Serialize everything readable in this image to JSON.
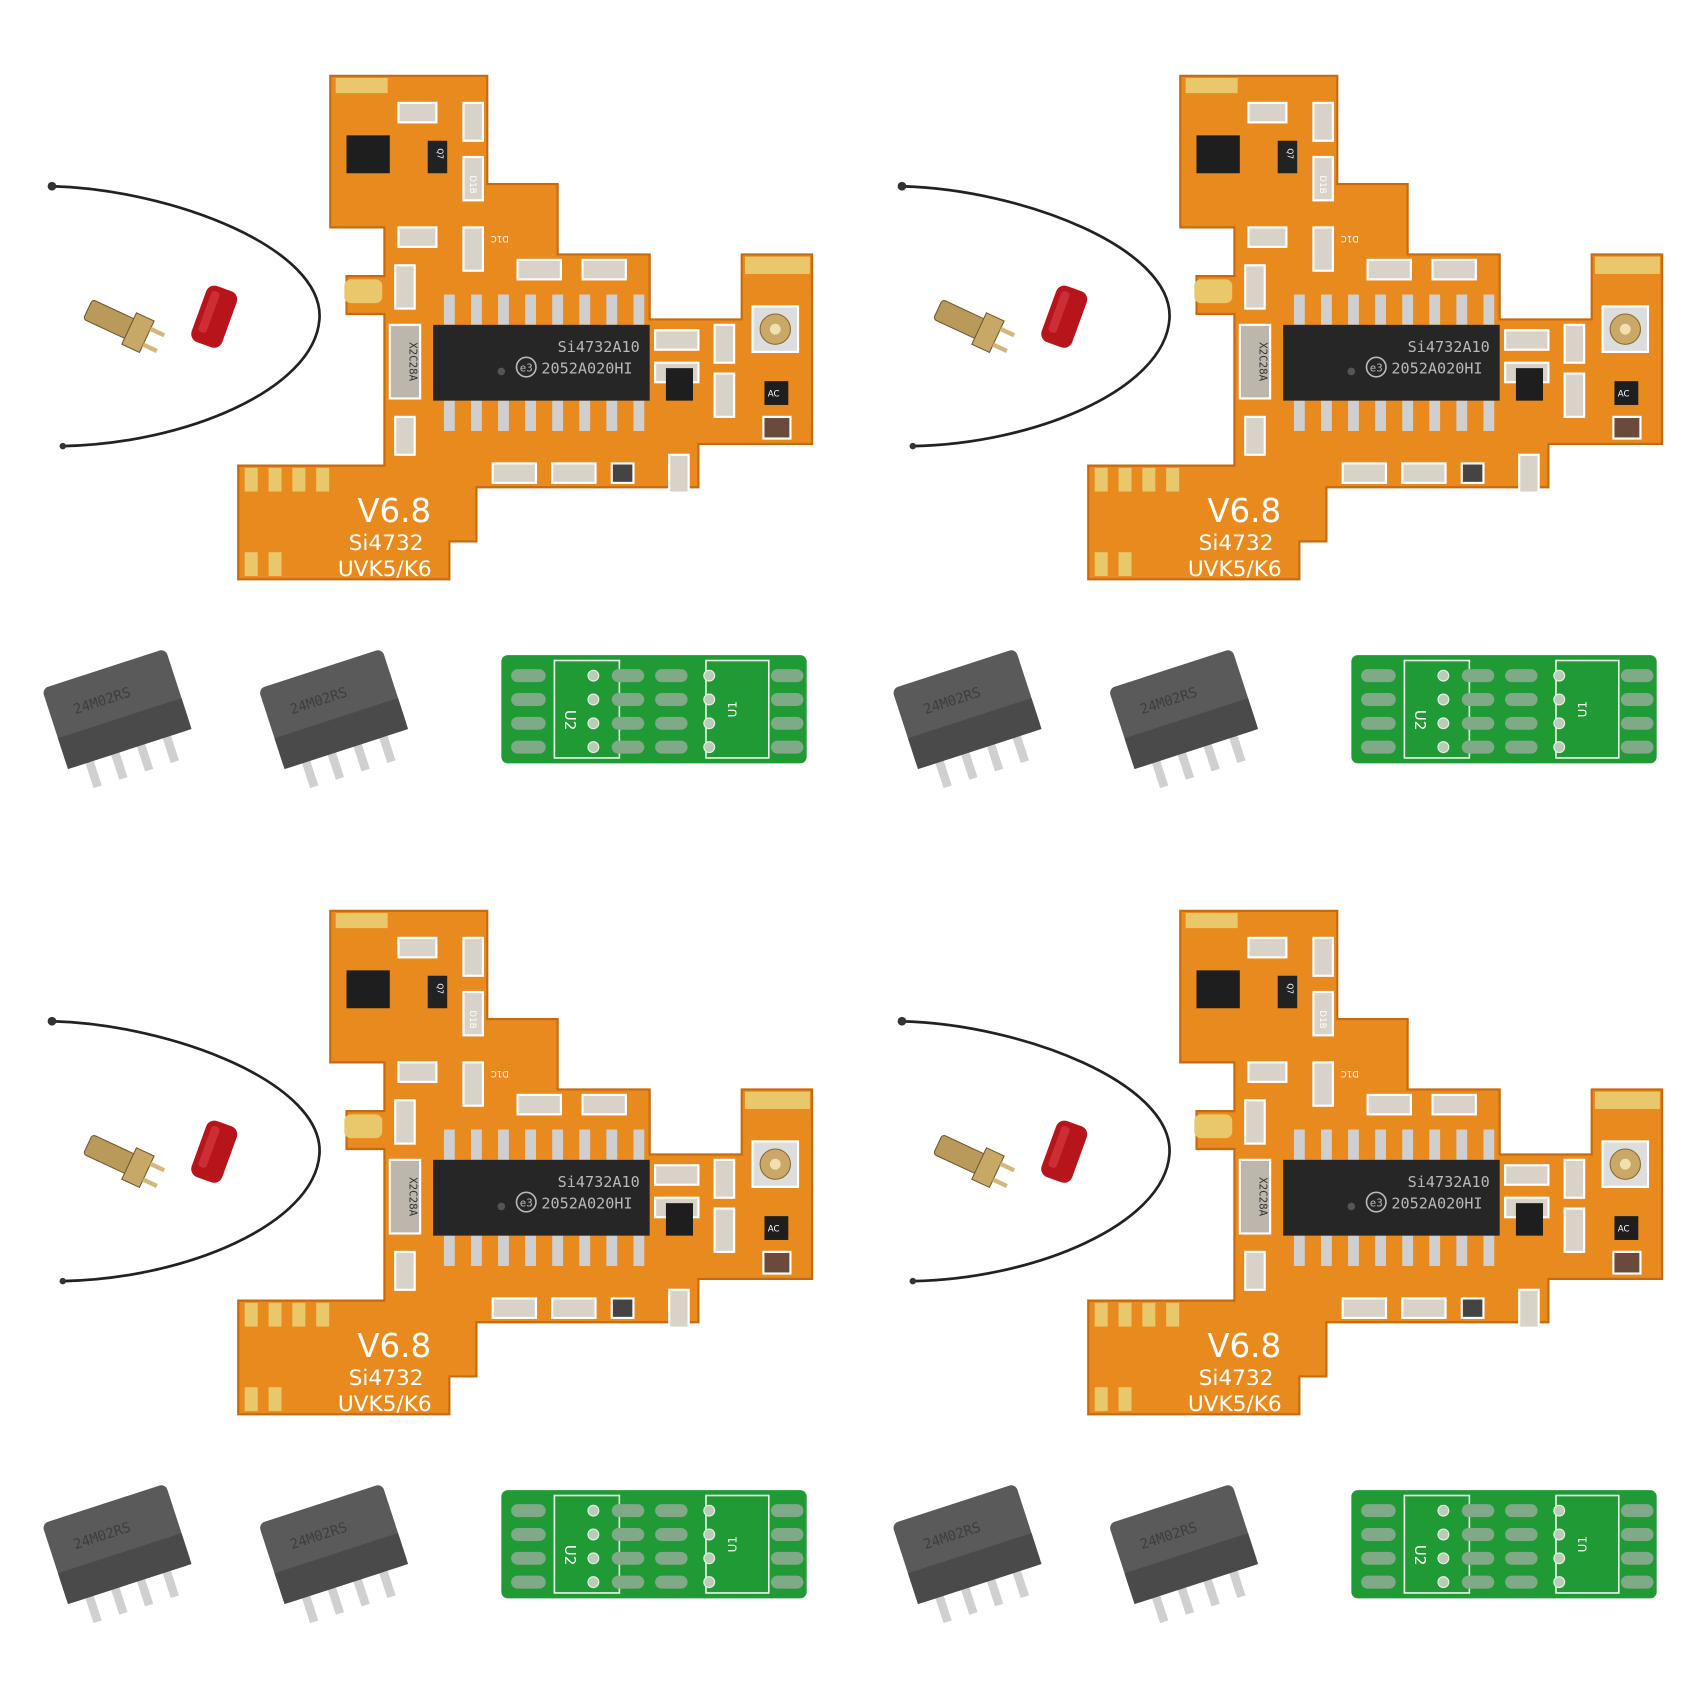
{
  "product": {
    "kit_count": 4,
    "board": {
      "version_label": "V6.8",
      "chip_label": "Si4732",
      "model_label": "UVK5/K6",
      "ic_line1": "Si4732A10",
      "ic_line2": "2052A020HI",
      "ic_logo": "e3",
      "crystal_label": "X2C28A",
      "refs": [
        "D1B",
        "D1C",
        "Q7",
        "AC"
      ]
    },
    "adapter": {
      "label_u2": "U2",
      "label_u1": "U1"
    },
    "colors": {
      "flex_pcb": "#e98a1e",
      "adapter_pcb": "#1f9a35",
      "chip_body": "#5a5a5a",
      "cap_red": "#b8141c"
    }
  }
}
